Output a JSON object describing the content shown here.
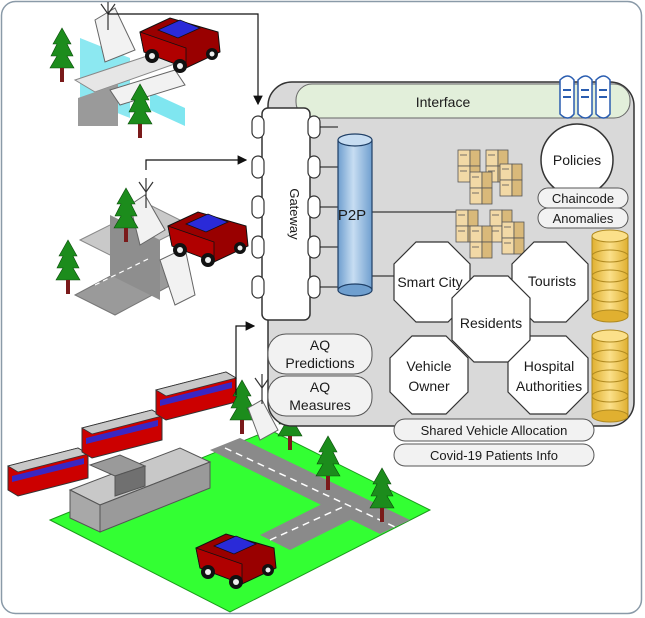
{
  "platform": {
    "interface_label": "Interface",
    "gateway_label": "Gateway",
    "p2p_label": "P2P",
    "policies_label": "Policies",
    "chaincode_label": "Chaincode",
    "anomalies_label": "Anomalies"
  },
  "stakeholders": {
    "smart_city": "Smart City",
    "tourists": "Tourists",
    "residents": "Residents",
    "vehicle_owner_line1": "Vehicle",
    "vehicle_owner_line2": "Owner",
    "hospital_line1": "Hospital",
    "hospital_line2": "Authorities"
  },
  "services": {
    "aq_predictions_line1": "AQ",
    "aq_predictions_line2": "Predictions",
    "aq_measures_line1": "AQ",
    "aq_measures_line2": "Measures",
    "shared_vehicle": "Shared Vehicle Allocation",
    "covid_info": "Covid-19 Patients Info"
  },
  "colors": {
    "platform_bg": "#d9d9d9",
    "interface_bg": "#e2efda",
    "p2p_cylinder": "#9dc3e6",
    "ledger_cylinder": "#f4cf5a",
    "grass": "#33ff33",
    "road": "#808080",
    "car_body": "#990000",
    "car_window": "#2a2ad8",
    "train_body": "#cc0000",
    "tree": "#1c8c1c"
  }
}
